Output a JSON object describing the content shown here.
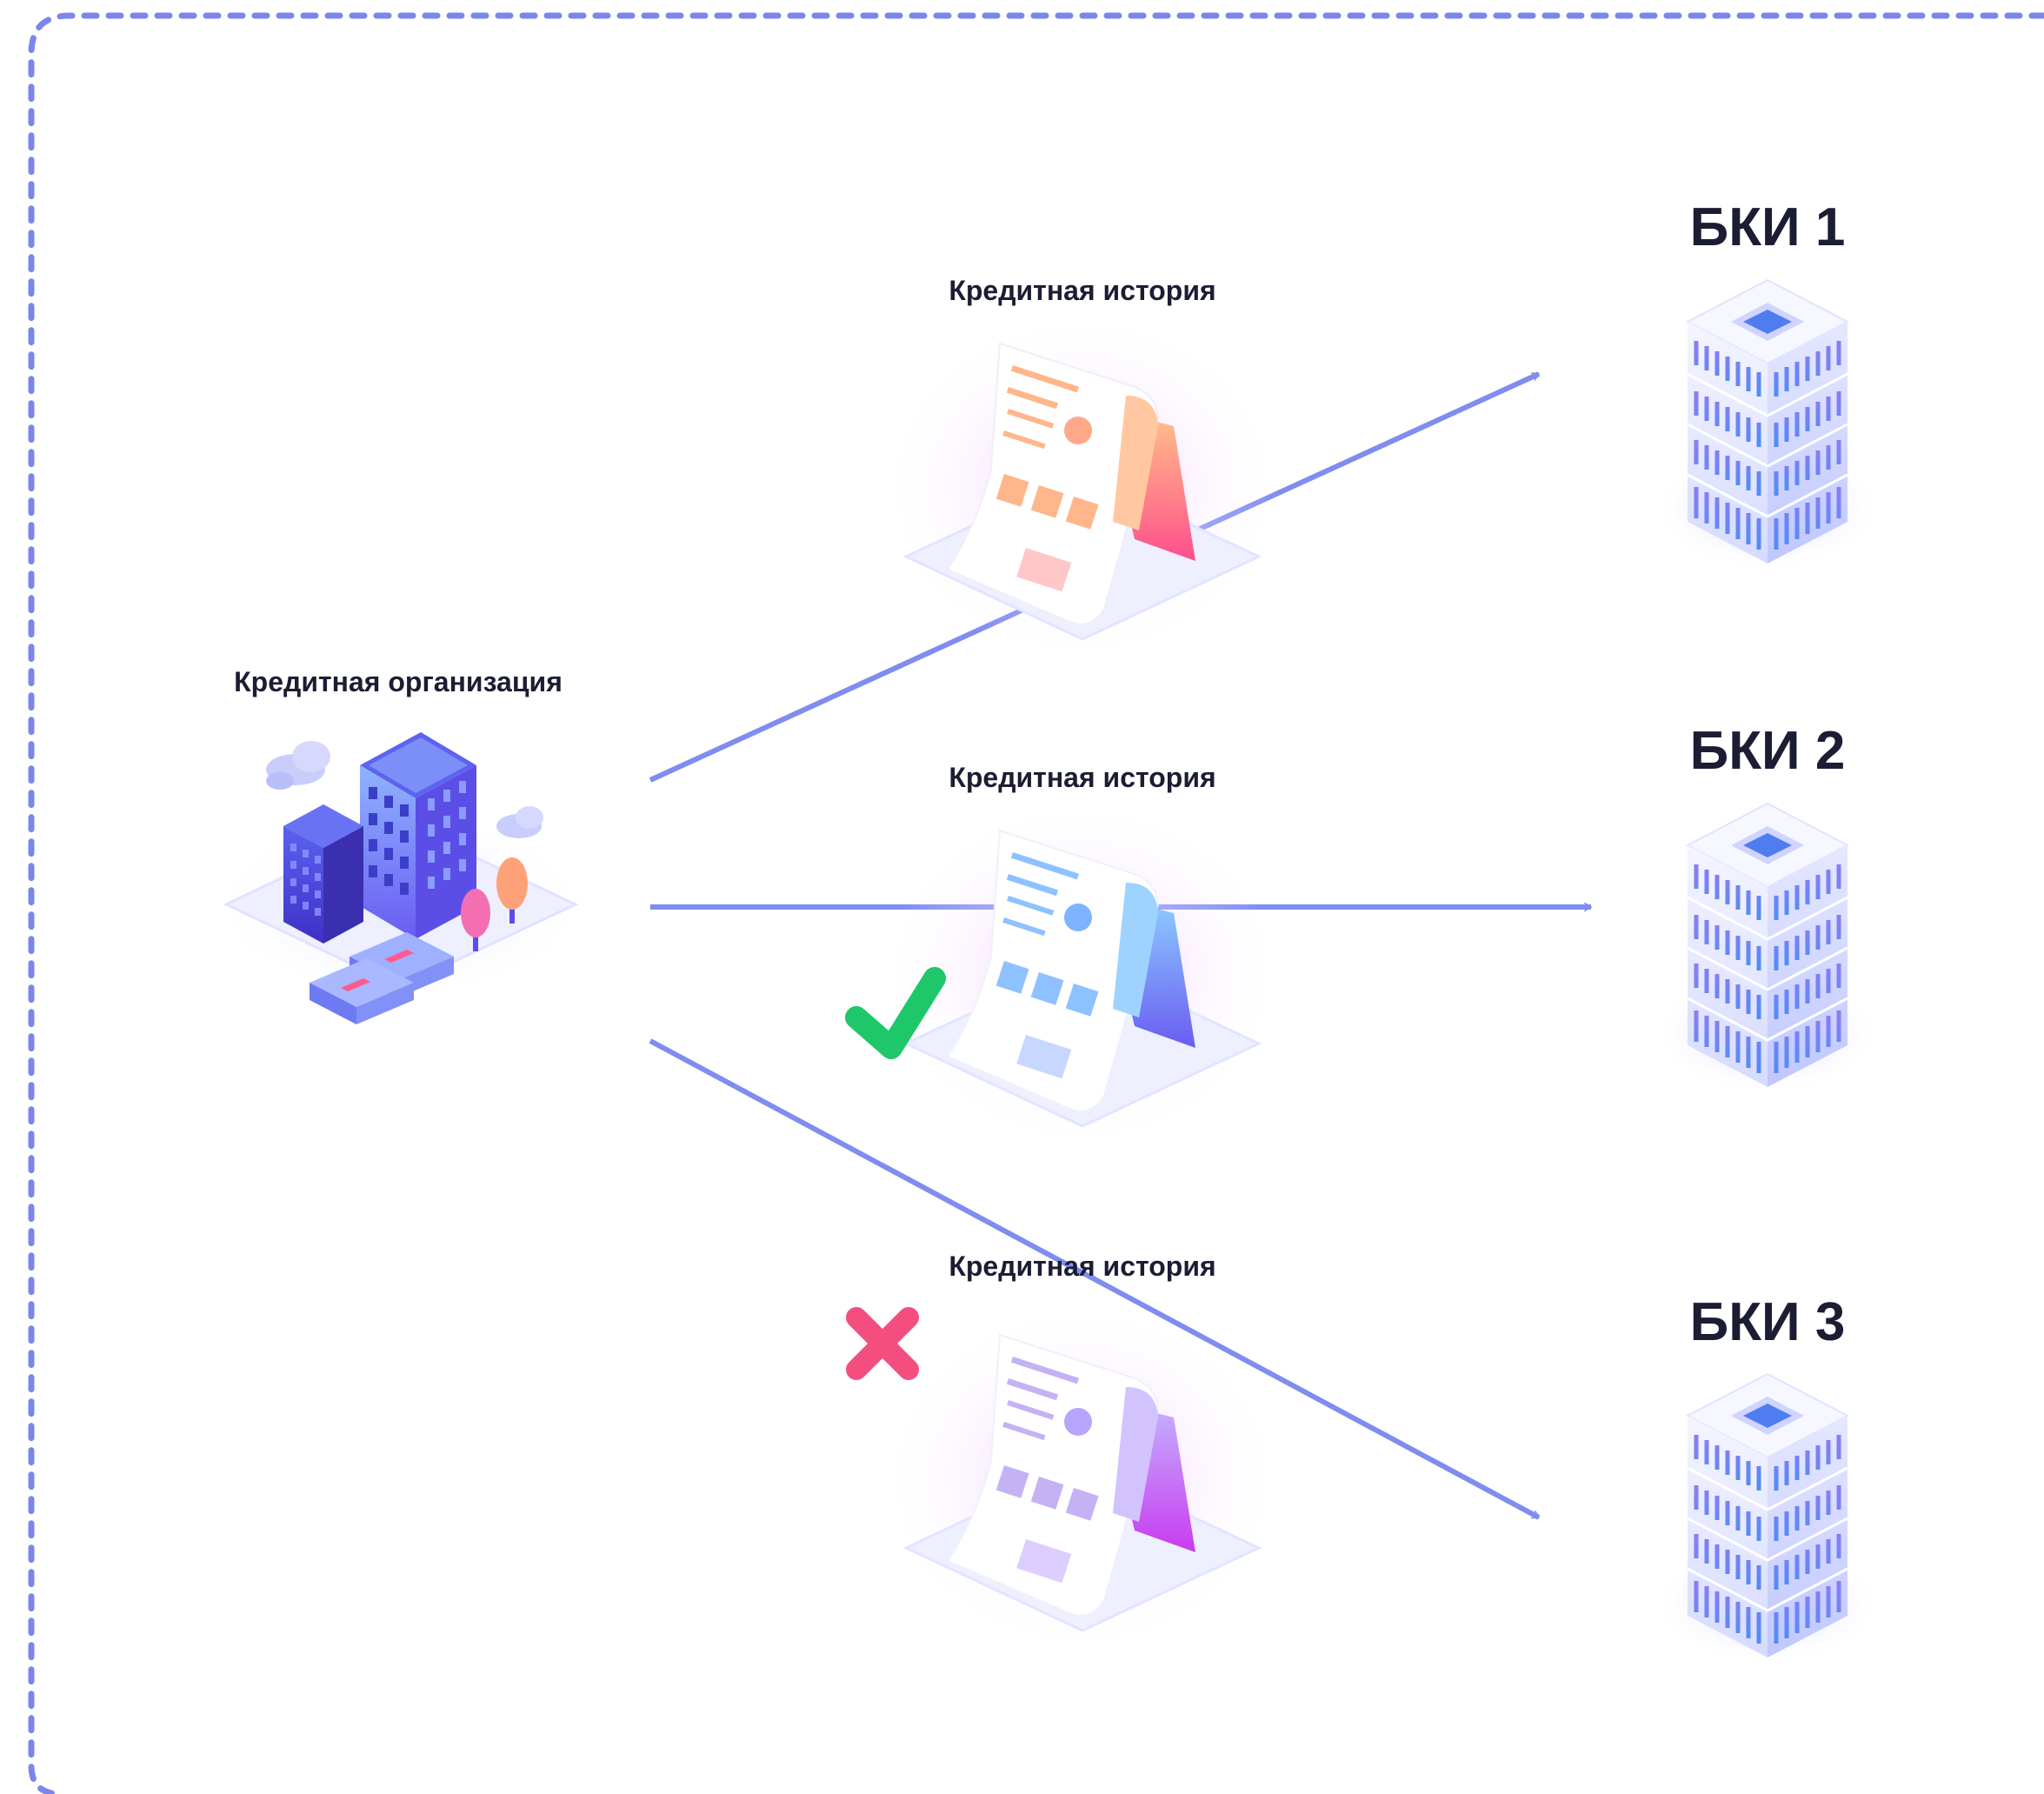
{
  "source": {
    "label": "Кредитная организация"
  },
  "documents": [
    {
      "label": "Кредитная история",
      "status": "none",
      "theme": "orange"
    },
    {
      "label": "Кредитная история",
      "status": "accepted",
      "theme": "blue"
    },
    {
      "label": "Кредитная история",
      "status": "rejected",
      "theme": "violet"
    }
  ],
  "bureaus": [
    {
      "label": "БКИ 1"
    },
    {
      "label": "БКИ 2"
    },
    {
      "label": "БКИ 3"
    }
  ],
  "icons": {
    "accepted": "checkmark-icon",
    "rejected": "cross-icon"
  },
  "colors": {
    "border": "#7b86ec",
    "arrow": "#7f8cf0",
    "check": "#1ec76a",
    "cross": "#f44d7f",
    "text": "#1b1d33"
  }
}
